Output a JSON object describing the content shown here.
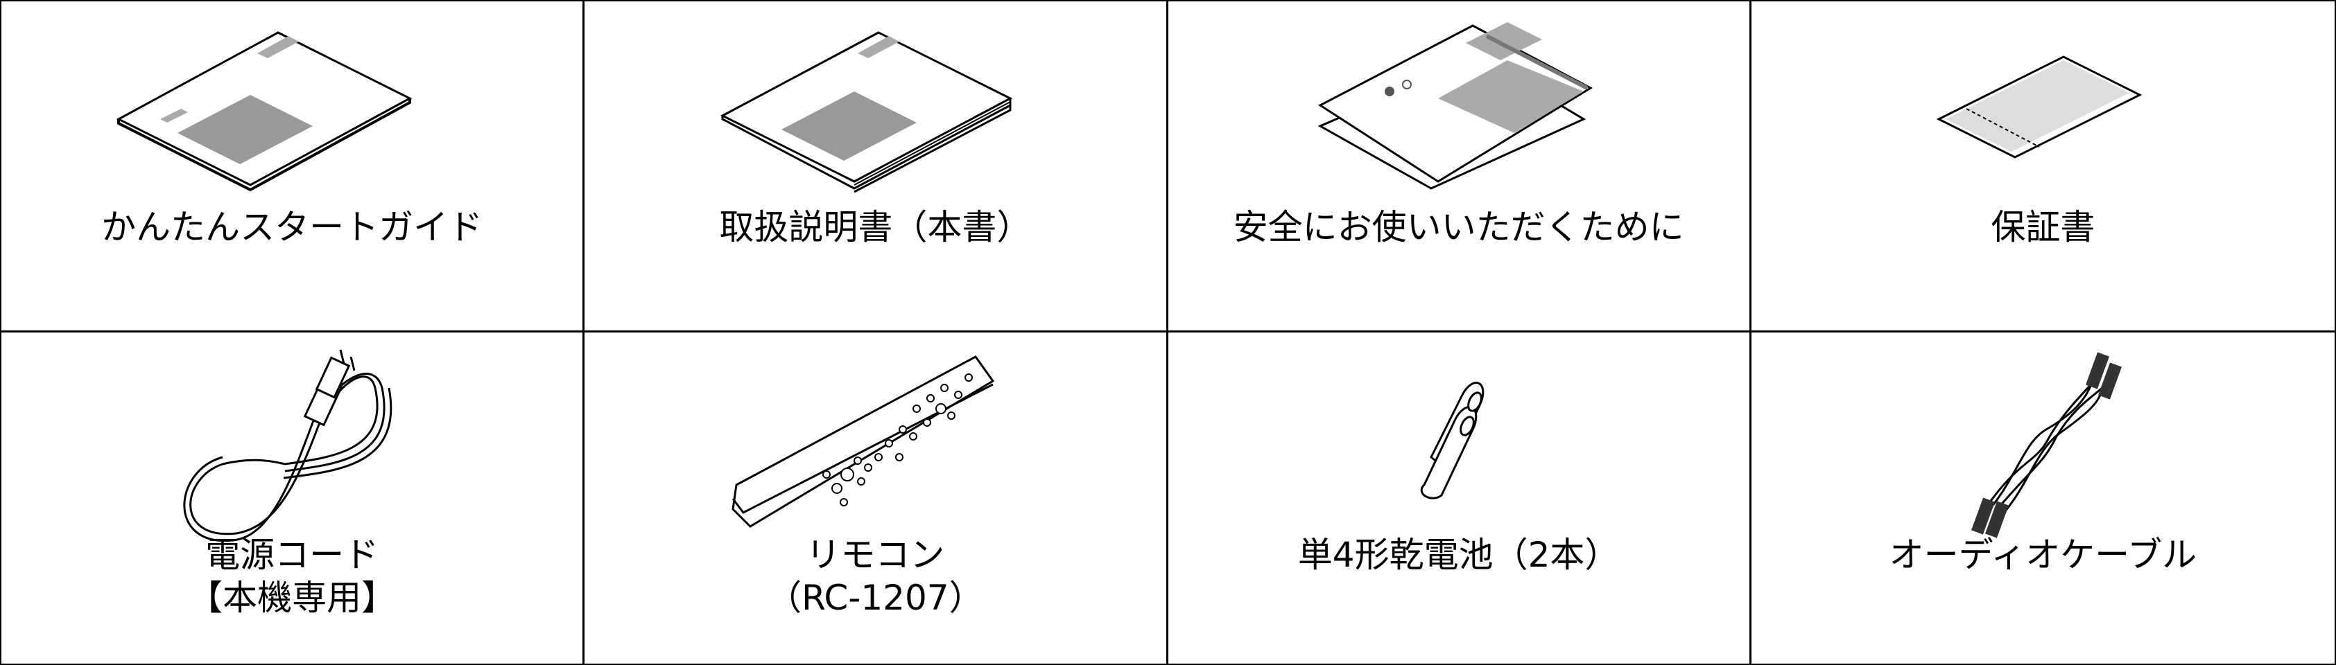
{
  "items": [
    {
      "label": "かんたんスタートガイド",
      "icon": "quick-start-guide-icon"
    },
    {
      "label": "取扱説明書（本書）",
      "icon": "owners-manual-icon"
    },
    {
      "label": "安全にお使いいただくために",
      "icon": "safety-instructions-icon"
    },
    {
      "label": "保証書",
      "icon": "warranty-card-icon"
    },
    {
      "label": "電源コード",
      "label2": "【本機専用】",
      "icon": "power-cord-icon"
    },
    {
      "label": "リモコン",
      "label2": "（RC-1207）",
      "icon": "remote-control-icon"
    },
    {
      "label": "単4形乾電池（2本）",
      "icon": "aaa-batteries-icon"
    },
    {
      "label": "オーディオケーブル",
      "icon": "audio-cable-icon"
    }
  ]
}
